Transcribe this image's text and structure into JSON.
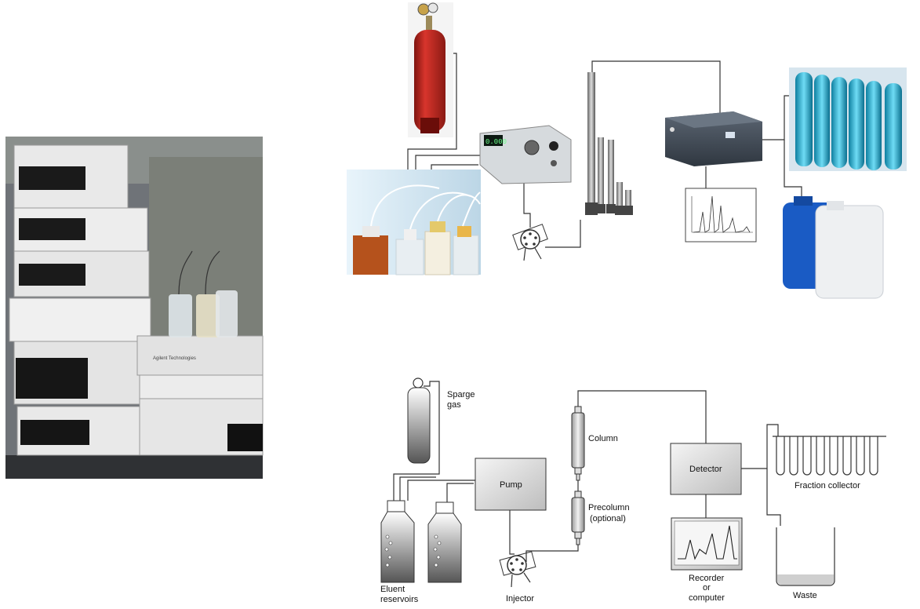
{
  "labels": {
    "sparge_gas_line1": "Sparge",
    "sparge_gas_line2": "gas",
    "pump": "Pump",
    "column": "Column",
    "precolumn_line1": "Precolumn",
    "precolumn_line2": "(optional)",
    "detector": "Detector",
    "fraction_collector": "Fraction collector",
    "recorder_line1": "Recorder",
    "recorder_line2": "or",
    "recorder_line3": "computer",
    "waste": "Waste",
    "eluent_line1": "Eluent",
    "eluent_line2": "reservoirs",
    "injector": "Injector"
  },
  "photo_brand_text": "Agilent Technologies",
  "pump_display_value": "0.000",
  "colors": {
    "gas_cylinder": "#c0261f",
    "fraction_liquid": "#2aaed0",
    "blue_canister": "#1a5bc4",
    "detector_box": "#4a5563",
    "waste_liquid": "#cfcfcf"
  }
}
